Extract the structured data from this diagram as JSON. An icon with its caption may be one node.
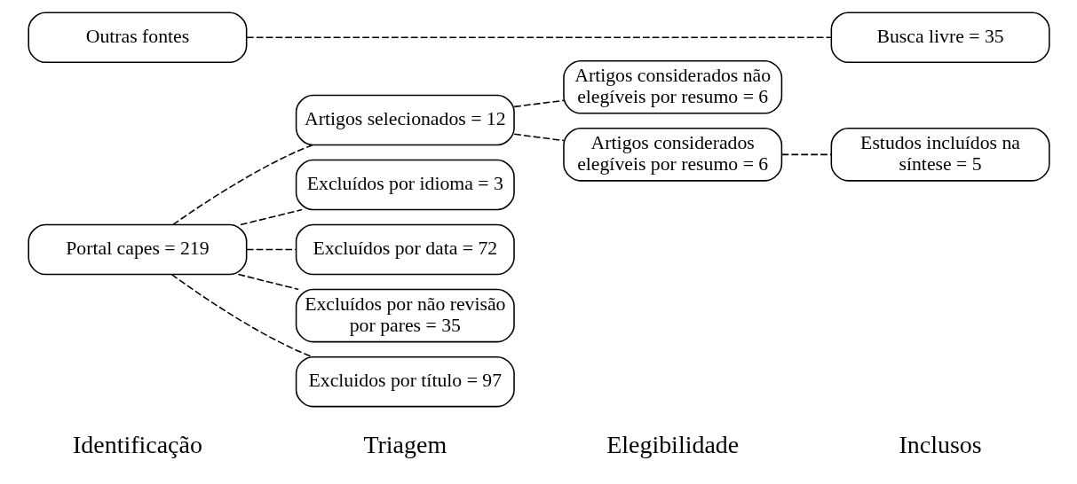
{
  "diagram": {
    "nodes": [
      {
        "text": [
          "Portal capes = 219"
        ]
      },
      {
        "text": [
          "Artigos selecionados = 12"
        ]
      },
      {
        "text": [
          "Excluídos por idioma = 3"
        ]
      },
      {
        "text": [
          "Excluídos por data = 72"
        ]
      },
      {
        "text": [
          "Excluídos por não revisão por pares = 35"
        ]
      },
      {
        "text": [
          "Excluidos por título = 97"
        ]
      },
      {
        "text": [
          "Artigos considerados não elegíveis por resumo = 6"
        ]
      },
      {
        "text": [
          "Artigos considerados elegíveis por resumo = 6"
        ]
      },
      {
        "text": [
          "Estudos incluídos na síntese = 5"
        ]
      },
      {
        "text": [
          "Outras fontes"
        ]
      },
      {
        "text": [
          "Busca livre = 35"
        ]
      }
    ],
    "edges": [
      {
        "from": 0,
        "to": 1,
        "arrow": "none",
        "style": "dashed"
      },
      {
        "from": 0,
        "to": 2,
        "arrow": "none",
        "style": "dashed"
      },
      {
        "from": 0,
        "to": 3,
        "arrow": "none",
        "style": "dashed"
      },
      {
        "from": 0,
        "to": 4,
        "arrow": "none",
        "style": "dashed"
      },
      {
        "from": 0,
        "to": 5,
        "arrow": "none",
        "style": "dashed"
      },
      {
        "from": 1,
        "to": 6,
        "arrow": "none",
        "style": "dashed"
      },
      {
        "from": 1,
        "to": 7,
        "arrow": "none",
        "style": "dashed"
      },
      {
        "from": 7,
        "to": 8,
        "arrow": "none",
        "style": "dashed"
      },
      {
        "from": 9,
        "to": 10,
        "arrow": "none",
        "style": "dashed"
      }
    ],
    "labels": [
      "Identificação",
      "Triagem",
      "Elegibilidade",
      "Inclusos"
    ]
  }
}
